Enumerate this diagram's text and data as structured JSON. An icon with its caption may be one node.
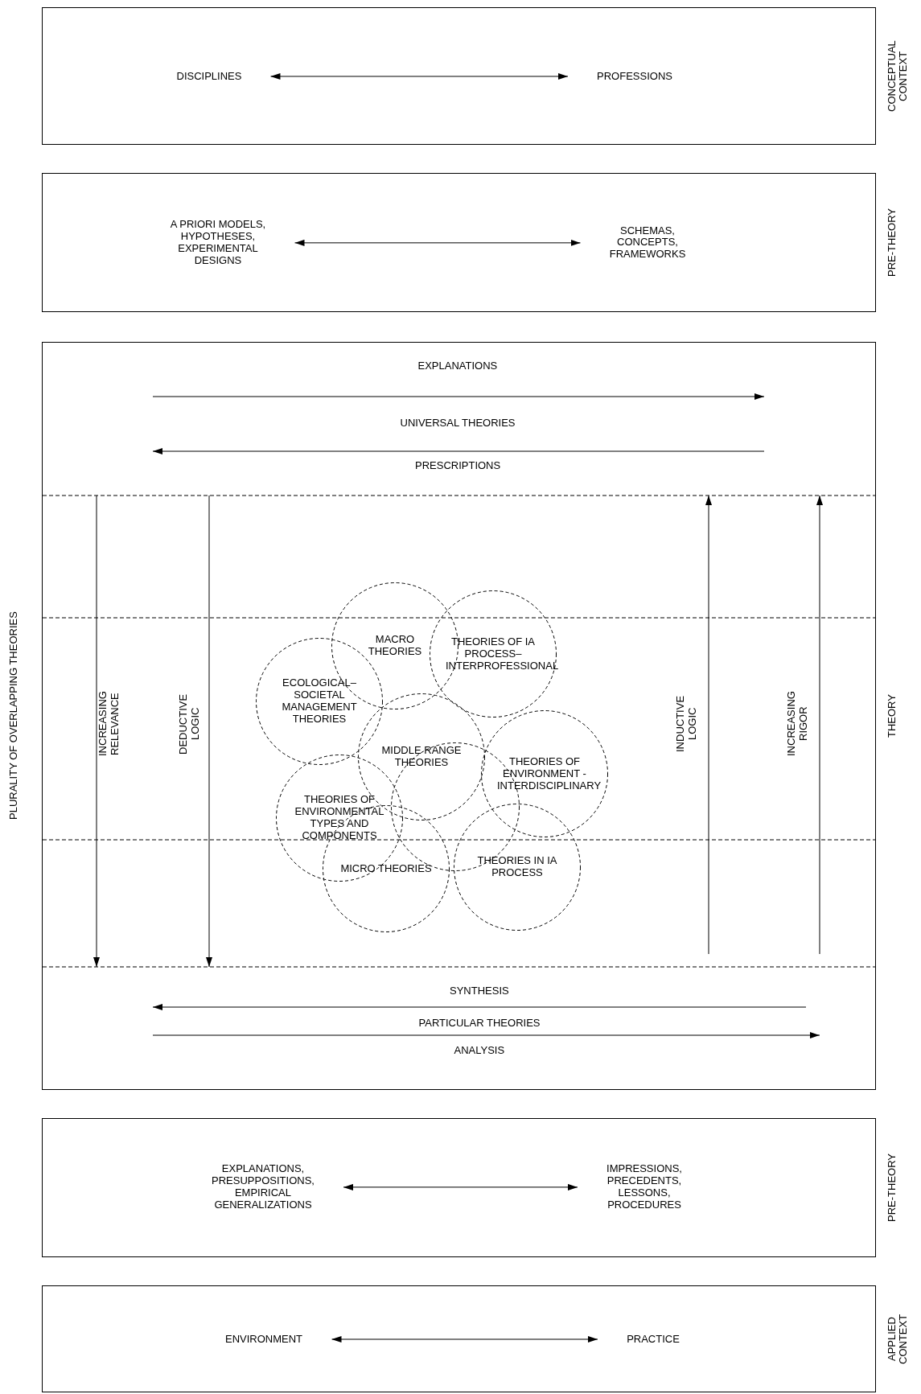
{
  "diagram": {
    "nodes": [
      {
        "text": [
          "CONCEPTUAL CONTEXT"
        ]
      },
      {
        "text": [
          "DISCIPLINES"
        ],
        "in": 0
      },
      {
        "text": [
          "PROFESSIONS"
        ],
        "in": 0
      },
      {
        "text": [
          "PRE-THEORY"
        ]
      },
      {
        "text": [
          "A PRIORI MODELS, HYPOTHESES, EXPERIMENTAL DESIGNS"
        ],
        "in": 3
      },
      {
        "text": [
          "SCHEMAS, CONCEPTS, FRAMEWORKS"
        ],
        "in": 3
      },
      {
        "text": [
          "THEORY"
        ]
      },
      {
        "text": [
          "MACRO THEORIES"
        ],
        "in": 6
      },
      {
        "text": [
          "THEORIES OF IA PROCESS– INTERPROFESSIONAL"
        ],
        "in": 6
      },
      {
        "text": [
          "ECOLOGICAL– SOCIETAL MANAGEMENT THEORIES"
        ],
        "in": 6
      },
      {
        "text": [
          "MIDDLE RANGE THEORIES"
        ],
        "in": 6
      },
      {
        "text": [
          "THEORIES OF ENVIRONMENT -INTERDISCIPLINARY"
        ],
        "in": 6
      },
      {
        "text": [
          "THEORIES OF ENVIRONMENTAL TYPES AND COMPONENTS"
        ],
        "in": 6
      },
      {
        "text": [],
        "shape": "circle",
        "in": 6
      },
      {
        "text": [
          "MICRO THEORIES"
        ],
        "in": 6
      },
      {
        "text": [
          "THEORIES IN IA PROCESS"
        ],
        "in": 6
      },
      {
        "text": [
          "PRE-THEORY"
        ]
      },
      {
        "text": [
          "EXPLANATIONS, PRESUPPOSITIONS, EMPIRICAL GENERALIZATIONS"
        ],
        "in": 16
      },
      {
        "text": [
          "IMPRESSIONS, PRECEDENTS, LESSONS, PROCEDURES"
        ],
        "in": 16
      },
      {
        "text": [
          "APPLIED CONTEXT"
        ]
      },
      {
        "text": [
          "ENVIRONMENT"
        ],
        "in": 19
      },
      {
        "text": [
          "PRACTICE"
        ],
        "in": 19
      }
    ],
    "edges": [
      {
        "from": 1,
        "to": 2,
        "arrow": "both"
      },
      {
        "from": 4,
        "to": 5,
        "arrow": "both"
      },
      {
        "from": 17,
        "to": 18,
        "arrow": "both"
      },
      {
        "from": 20,
        "to": 21,
        "arrow": "both"
      }
    ],
    "labels": [
      "PLURALITY OF OVERLAPPING THEORIES",
      "EXPLANATIONS",
      "UNIVERSAL THEORIES",
      "PRESCRIPTIONS",
      "INCREASING RELEVANCE",
      "DEDUCTIVE LOGIC",
      "INDUCTIVE LOGIC",
      "INCREASING RIGOR",
      "SYNTHESIS",
      "PARTICULAR THEORIES",
      "ANALYSIS"
    ]
  }
}
